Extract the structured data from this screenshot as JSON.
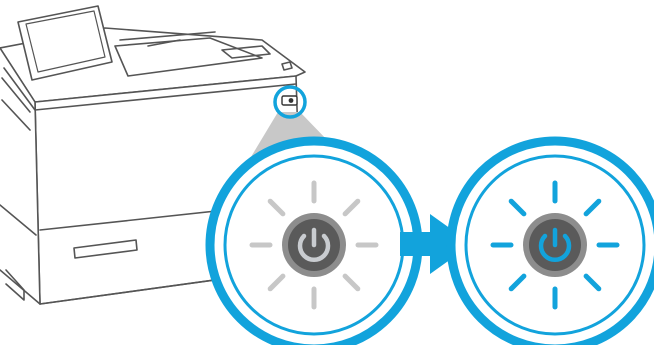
{
  "diagram": {
    "colors": {
      "accent_blue": "#12a3dc",
      "callout_gray": "#c8c8c8",
      "printer_line": "#555555",
      "button_dark": "#5a5a5a",
      "button_mid": "#8d8d8d",
      "power_off_symbol": "#c9ccd0",
      "power_on_symbol": "#12a3dc",
      "ray_off": "#c7c7c7",
      "ray_on": "#12a3dc",
      "arrow": "#12a3dc"
    },
    "printer": {
      "icon": "printer-icon",
      "power_button_icon": "power-button-small-icon"
    },
    "callouts": [
      {
        "state": "off",
        "icon": "power-button-icon",
        "rays": 8
      },
      {
        "state": "on",
        "icon": "power-button-icon",
        "rays": 8
      }
    ],
    "transition_icon": "right-arrow-icon"
  }
}
